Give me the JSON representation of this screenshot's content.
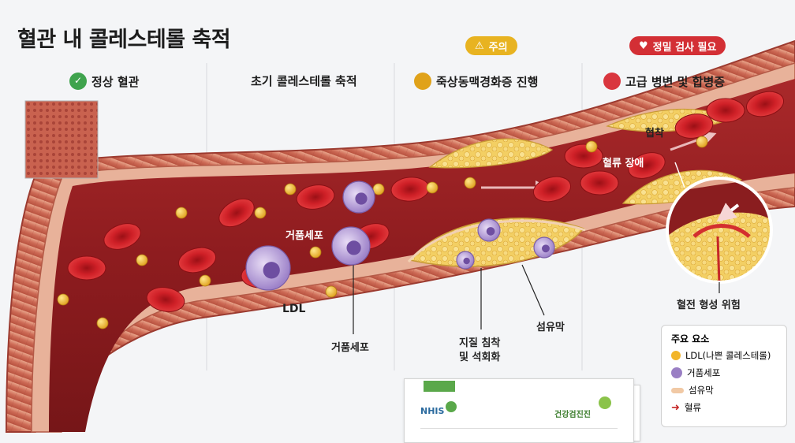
{
  "title": "혈관 내 콜레스테롤 축적",
  "stages": [
    {
      "label": "정상 혈관",
      "icon": "clipboard-check-icon",
      "color": "#3fa34d"
    },
    {
      "label": "초기 콜레스테롤 축적"
    },
    {
      "label": "죽상동맥경화증 진행",
      "icon": "stomach-icon",
      "color": "#e0a21a"
    },
    {
      "label": "고급 병변 및 합병증",
      "icon": "intestine-icon",
      "color": "#d9363e"
    }
  ],
  "badges": {
    "caution": {
      "label": "주의",
      "icon": "warning-triangle-icon",
      "color": "#e8b321"
    },
    "checkup": {
      "label": "정밀 검사 필요",
      "icon": "heart-pulse-icon",
      "color": "#d32f35"
    }
  },
  "callouts": {
    "foam_cell_top": "거품세포",
    "ldl": "LDL",
    "foam_cell_bottom": "거품세포",
    "lipid_line1": "지질 침착",
    "lipid_line2": "및 석회화",
    "fibrous_cap": "섬유막",
    "stenosis": "협착",
    "flow_disruption": "혈류 장애",
    "thrombosis_risk": "혈전 형성 위험"
  },
  "legend": {
    "title": "주요 요소",
    "items": [
      {
        "label": "LDL(나쁜 콜레스테롤)",
        "icon": "ldl-particle-icon",
        "color": "#f2b52a"
      },
      {
        "label": "거품세포",
        "icon": "foam-cell-icon",
        "color": "#9a7fc4"
      },
      {
        "label": "섬유막",
        "icon": "fibrous-cap-icon",
        "color": "#f1c9a5"
      },
      {
        "label": "혈류",
        "icon": "blood-flow-arrow-icon",
        "color": "#c62828"
      }
    ]
  },
  "documents": {
    "left_logo": "NHIS",
    "right_logo": "건강검진진"
  }
}
